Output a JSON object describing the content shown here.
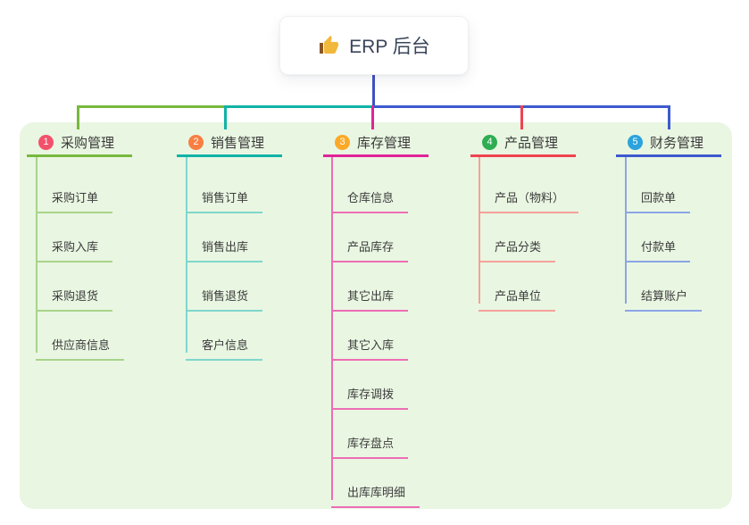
{
  "root": {
    "label": "ERP 后台",
    "icon": "thumbs-up-icon",
    "trunk_color": "#3f51c1"
  },
  "panel": {
    "bg_color": "#e9f6e2"
  },
  "branches": [
    {
      "index": "1",
      "label": "采购管理",
      "badge_color": "#f3516b",
      "line_color": "#78b93e",
      "child_line_color": "#a9d489",
      "children": [
        "采购订单",
        "采购入库",
        "采购退货",
        "供应商信息"
      ]
    },
    {
      "index": "2",
      "label": "销售管理",
      "badge_color": "#f87f42",
      "line_color": "#10b3a6",
      "child_line_color": "#7fd7cb",
      "children": [
        "销售订单",
        "销售出库",
        "销售退货",
        "客户信息"
      ]
    },
    {
      "index": "3",
      "label": "库存管理",
      "badge_color": "#fca928",
      "line_color": "#e02398",
      "child_line_color": "#ee6db5",
      "children": [
        "仓库信息",
        "产品库存",
        "其它出库",
        "其它入库",
        "库存调拨",
        "库存盘点",
        "出库库明细"
      ]
    },
    {
      "index": "4",
      "label": "产品管理",
      "badge_color": "#2fad52",
      "line_color": "#ef4350",
      "child_line_color": "#f5a19a",
      "children": [
        "产品（物料）",
        "产品分类",
        "产品单位"
      ]
    },
    {
      "index": "5",
      "label": "财务管理",
      "badge_color": "#2ba3dc",
      "line_color": "#3e5ace",
      "child_line_color": "#8ba5e6",
      "children": [
        "回款单",
        "付款单",
        "结算账户"
      ]
    }
  ]
}
